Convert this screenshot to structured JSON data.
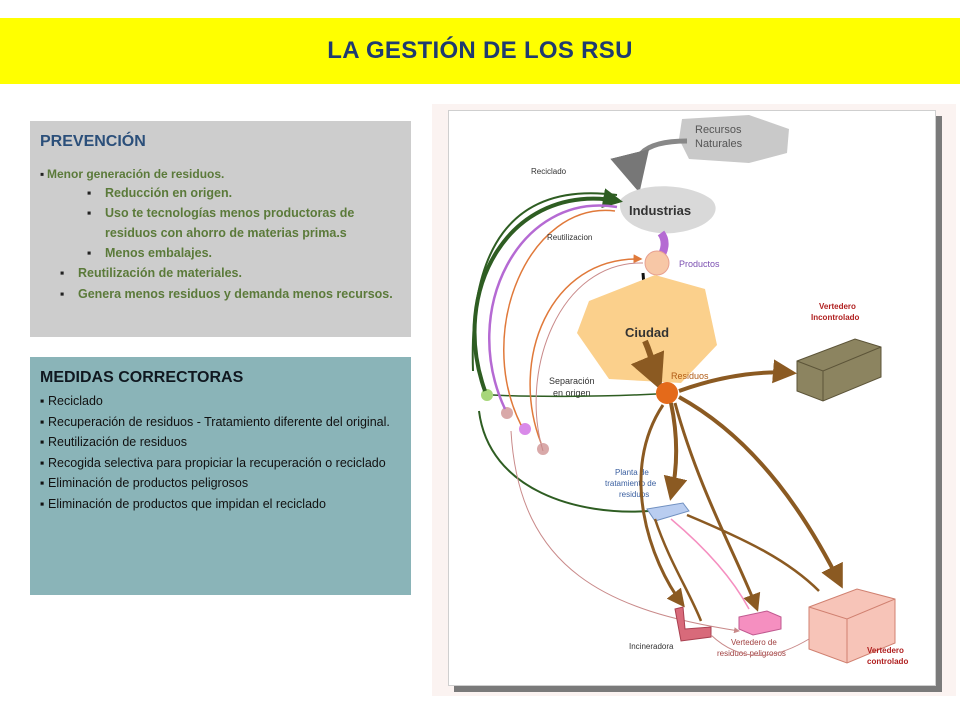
{
  "header": {
    "title": "LA GESTIÓN DE LOS  RSU"
  },
  "prevention": {
    "title": "PREVENCIÓN",
    "items": [
      {
        "text": "Menor generación de residuos.",
        "level": 0
      },
      {
        "text": "Reducción en origen.",
        "level": 1
      },
      {
        "text": "Uso te tecnologías menos productoras de residuos con ahorro de materias prima.s",
        "level": 1
      },
      {
        "text": "Menos embalajes.",
        "level": 1
      },
      {
        "text": "Reutilización de materiales.",
        "level": 2
      },
      {
        "text": "Genera menos residuos y demanda menos recursos.",
        "level": 2
      }
    ]
  },
  "corrective": {
    "title": "MEDIDAS CORRECTORAS",
    "items": [
      "Reciclado",
      "Recuperación de residuos - Tratamiento diferente del original.",
      "Reutilización de residuos",
      "Recogida selectiva para propiciar la recuperación o reciclado",
      "Eliminación de productos peligrosos",
      "Eliminación de productos que impidan el reciclado"
    ]
  },
  "diagram": {
    "recursos_1": "Recursos",
    "recursos_2": "Naturales",
    "industrias": "Industrias",
    "productos": "Productos",
    "ciudad": "Ciudad",
    "residuos": "Residuos",
    "reciclado": "Reciclado",
    "reutilizacion": "Reutilizacion",
    "separacion_1": "Separación",
    "separacion_2": "en origen",
    "vertedero_inc_1": "Vertedero",
    "vertedero_inc_2": "Incontrolado",
    "planta_1": "Planta de",
    "planta_2": "tratamiento de",
    "planta_3": "residuos",
    "incineradora": "Incineradora",
    "peligrosos_1": "Vertedero de",
    "peligrosos_2": "residuos peligrosos",
    "controlado_1": "Vertedero",
    "controlado_2": "controlado"
  }
}
